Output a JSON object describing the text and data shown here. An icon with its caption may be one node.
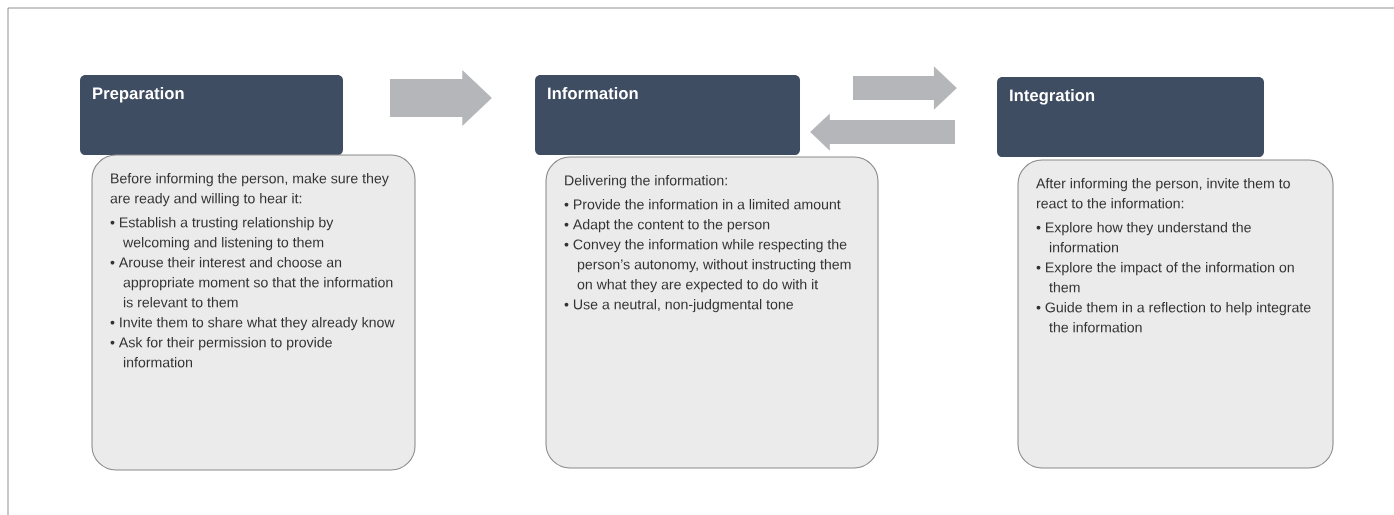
{
  "diagram": {
    "nodes": [
      {
        "text": [
          "Preparation"
        ]
      },
      {
        "text": [
          "Before informing the person, make sure they are ready and willing to hear it:",
          "• Establish a trusting relationship by welcoming and listening to them",
          "• Arouse their interest and choose an appropriate moment so that the information is relevant to them",
          "• Invite them to share what they already know",
          "• Ask for their permission to provide information"
        ]
      },
      {
        "text": [
          "Information"
        ]
      },
      {
        "text": [
          "Delivering the information:",
          "• Provide the information in a limited amount",
          "• Adapt the content to the person",
          "• Convey the information while respecting the person’s autonomy, without instructing them on what they are expected to do with it",
          "• Use a neutral, non-judgmental tone"
        ]
      },
      {
        "text": [
          "Integration"
        ]
      },
      {
        "text": [
          "After informing the person, invite them to react to the information:",
          "• Explore how they understand the information",
          "• Explore the impact of the information on them",
          "• Guide them in a reflection to help integrate the information"
        ]
      }
    ],
    "edges": [
      {
        "from": 0,
        "to": 2,
        "arrow": "to"
      },
      {
        "from": 2,
        "to": 4,
        "arrow": "to"
      },
      {
        "from": 4,
        "to": 2,
        "arrow": "to"
      }
    ]
  }
}
